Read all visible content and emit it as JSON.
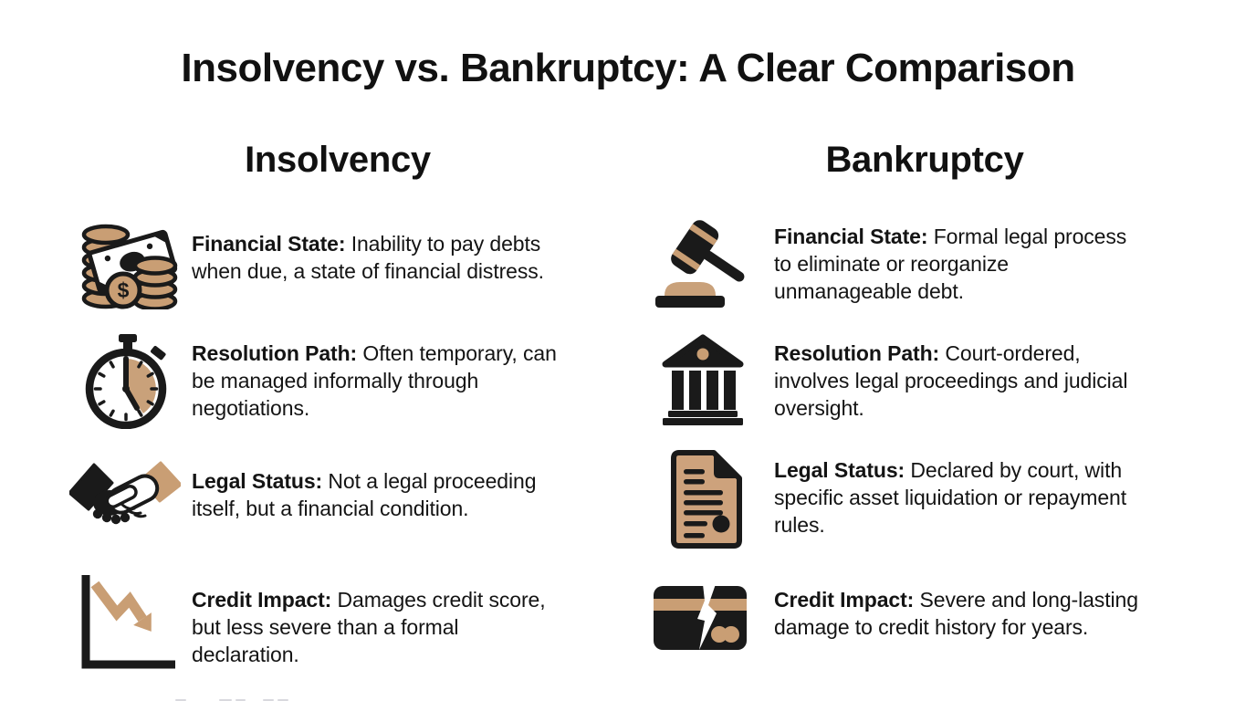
{
  "title": "Insolvency vs. Bankruptcy: A Clear Comparison",
  "colors": {
    "background": "#ffffff",
    "text": "#111111",
    "icon_black": "#1a1a1a",
    "tan": "#c99e74"
  },
  "columns": [
    {
      "header": "Insolvency",
      "rows": [
        {
          "icon": "money-cash-icon",
          "label": "Financial State:",
          "description_lines": [
            "Inability to pay debts",
            "when due, a state of financial distress."
          ]
        },
        {
          "icon": "stopwatch-icon",
          "label": "Resolution Path:",
          "description_lines": [
            "Often temporary, can",
            "be managed informally through",
            "negotiations."
          ]
        },
        {
          "icon": "handshake-icon",
          "label": "Legal Status:",
          "description_lines": [
            "Not a legal proceeding",
            "itself, but a financial condition."
          ]
        },
        {
          "icon": "declining-chart-icon",
          "label": "Credit Impact:",
          "description_lines": [
            "Damages credit score,",
            "but less severe than a formal",
            "declaration."
          ]
        }
      ]
    },
    {
      "header": "Bankruptcy",
      "rows": [
        {
          "icon": "gavel-icon",
          "label": "Financial State:",
          "description_lines": [
            "Formal legal process",
            "to eliminate or reorganize",
            "unmanageable debt."
          ]
        },
        {
          "icon": "courthouse-icon",
          "label": "Resolution Path:",
          "description_lines": [
            "Court-ordered,",
            "involves legal proceedings and judicial",
            "oversight."
          ]
        },
        {
          "icon": "court-document-icon",
          "label": "Legal Status:",
          "description_lines": [
            "Declared by court, with",
            "specific asset liquidation or repayment",
            "rules."
          ]
        },
        {
          "icon": "broken-credit-card-icon",
          "label": "Credit Impact:",
          "description_lines": [
            "Severe and long-lasting",
            "damage to credit history for years."
          ]
        }
      ]
    }
  ]
}
